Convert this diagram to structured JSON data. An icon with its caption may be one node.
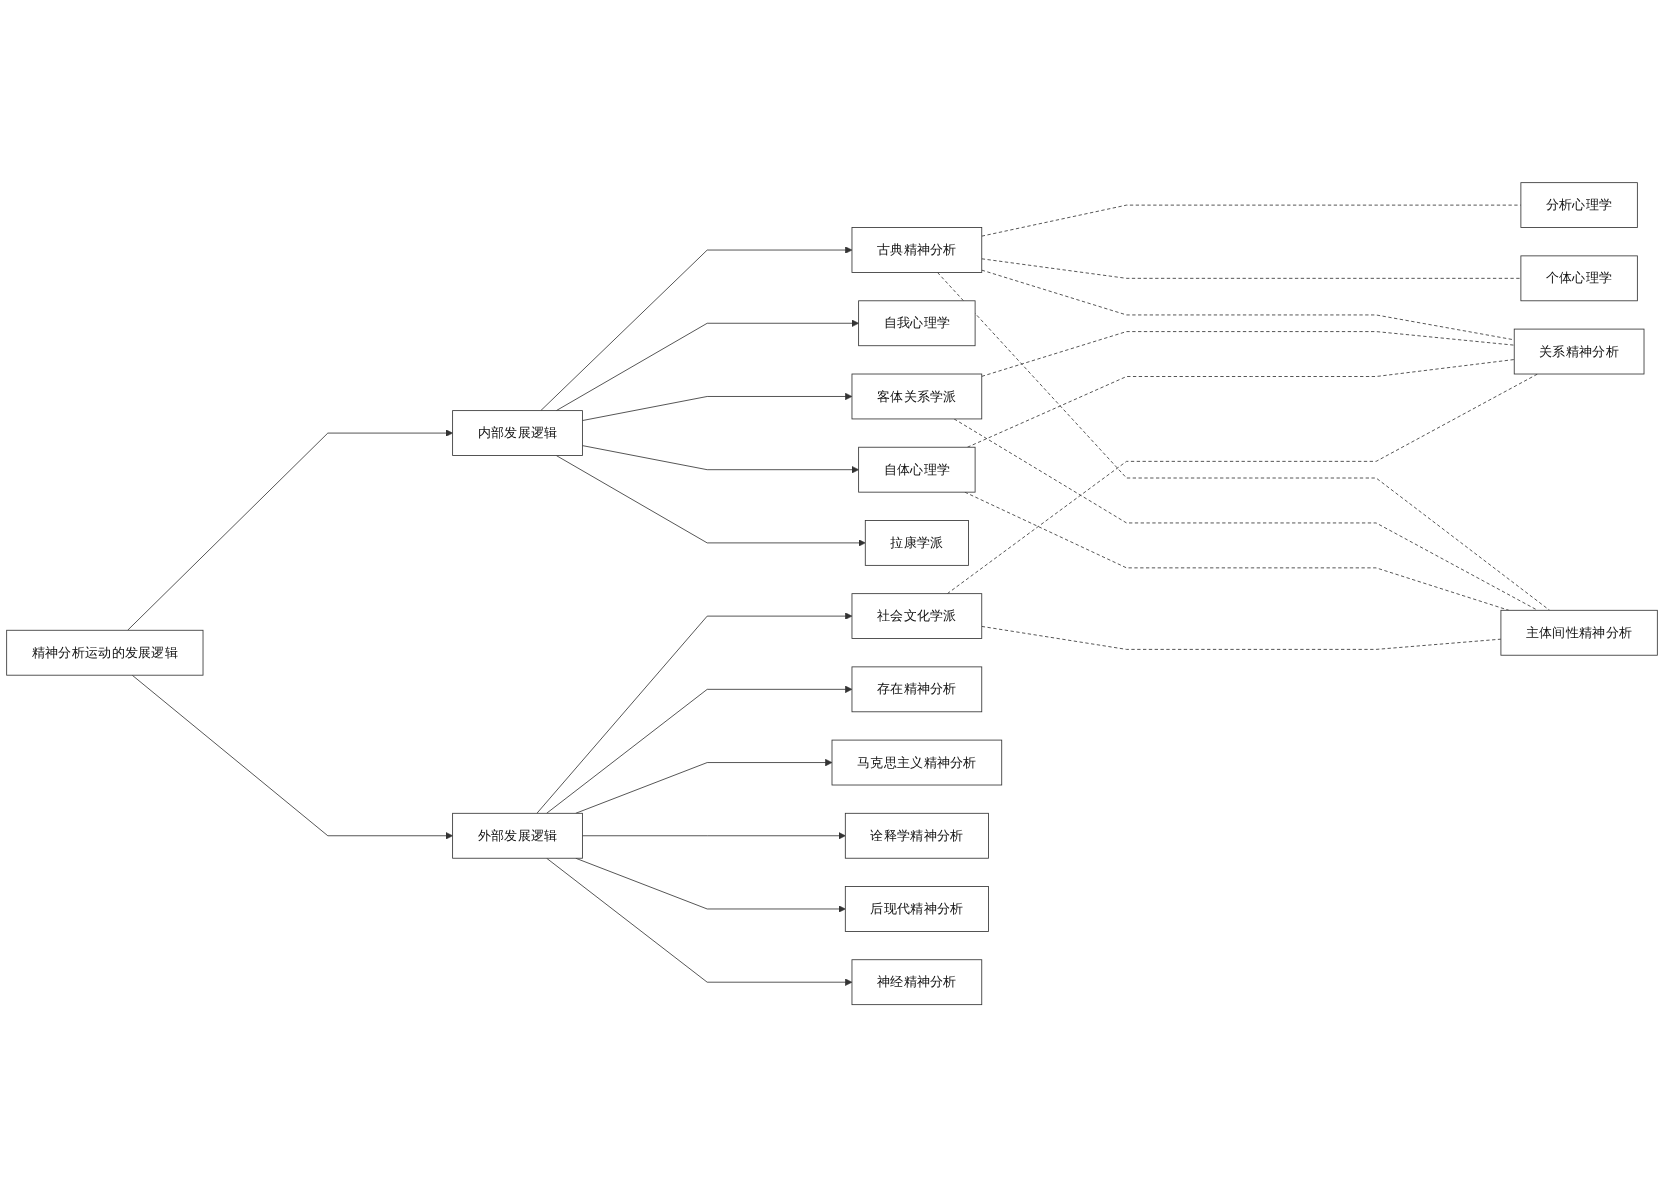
{
  "diagram": {
    "nodes": [
      {
        "text": [
          "精神分析运动的发展逻辑"
        ]
      },
      {
        "text": [
          "内部发展逻辑"
        ]
      },
      {
        "text": [
          "外部发展逻辑"
        ]
      },
      {
        "text": [
          "古典精神分析"
        ]
      },
      {
        "text": [
          "自我心理学"
        ]
      },
      {
        "text": [
          "客体关系学派"
        ]
      },
      {
        "text": [
          "自体心理学"
        ]
      },
      {
        "text": [
          "拉康学派"
        ]
      },
      {
        "text": [
          "社会文化学派"
        ]
      },
      {
        "text": [
          "存在精神分析"
        ]
      },
      {
        "text": [
          "马克思主义精神分析"
        ]
      },
      {
        "text": [
          "诠释学精神分析"
        ]
      },
      {
        "text": [
          "后现代精神分析"
        ]
      },
      {
        "text": [
          "神经精神分析"
        ]
      },
      {
        "text": [
          "分析心理学"
        ]
      },
      {
        "text": [
          "个体心理学"
        ]
      },
      {
        "text": [
          "关系精神分析"
        ]
      },
      {
        "text": [
          "主体间性精神分析"
        ]
      }
    ],
    "edges": [
      {
        "from": 0,
        "to": 1,
        "arrow": "to"
      },
      {
        "from": 0,
        "to": 2,
        "arrow": "to"
      },
      {
        "from": 1,
        "to": 3,
        "arrow": "to"
      },
      {
        "from": 1,
        "to": 4,
        "arrow": "to"
      },
      {
        "from": 1,
        "to": 5,
        "arrow": "to"
      },
      {
        "from": 1,
        "to": 6,
        "arrow": "to"
      },
      {
        "from": 1,
        "to": 7,
        "arrow": "to"
      },
      {
        "from": 2,
        "to": 8,
        "arrow": "to"
      },
      {
        "from": 2,
        "to": 9,
        "arrow": "to"
      },
      {
        "from": 2,
        "to": 10,
        "arrow": "to"
      },
      {
        "from": 2,
        "to": 11,
        "arrow": "to"
      },
      {
        "from": 2,
        "to": 12,
        "arrow": "to"
      },
      {
        "from": 2,
        "to": 13,
        "arrow": "to"
      },
      {
        "from": 3,
        "to": 14,
        "arrow": "none",
        "style": "dashed"
      },
      {
        "from": 3,
        "to": 15,
        "arrow": "none",
        "style": "dashed"
      },
      {
        "from": 3,
        "to": 16,
        "arrow": "none",
        "style": "dashed"
      },
      {
        "from": 3,
        "to": 17,
        "arrow": "none",
        "style": "dashed"
      },
      {
        "from": 5,
        "to": 16,
        "arrow": "none",
        "style": "dashed"
      },
      {
        "from": 5,
        "to": 17,
        "arrow": "none",
        "style": "dashed"
      },
      {
        "from": 6,
        "to": 16,
        "arrow": "none",
        "style": "dashed"
      },
      {
        "from": 6,
        "to": 17,
        "arrow": "none",
        "style": "dashed"
      },
      {
        "from": 8,
        "to": 16,
        "arrow": "none",
        "style": "dashed"
      },
      {
        "from": 8,
        "to": 17,
        "arrow": "none",
        "style": "dashed"
      }
    ]
  }
}
